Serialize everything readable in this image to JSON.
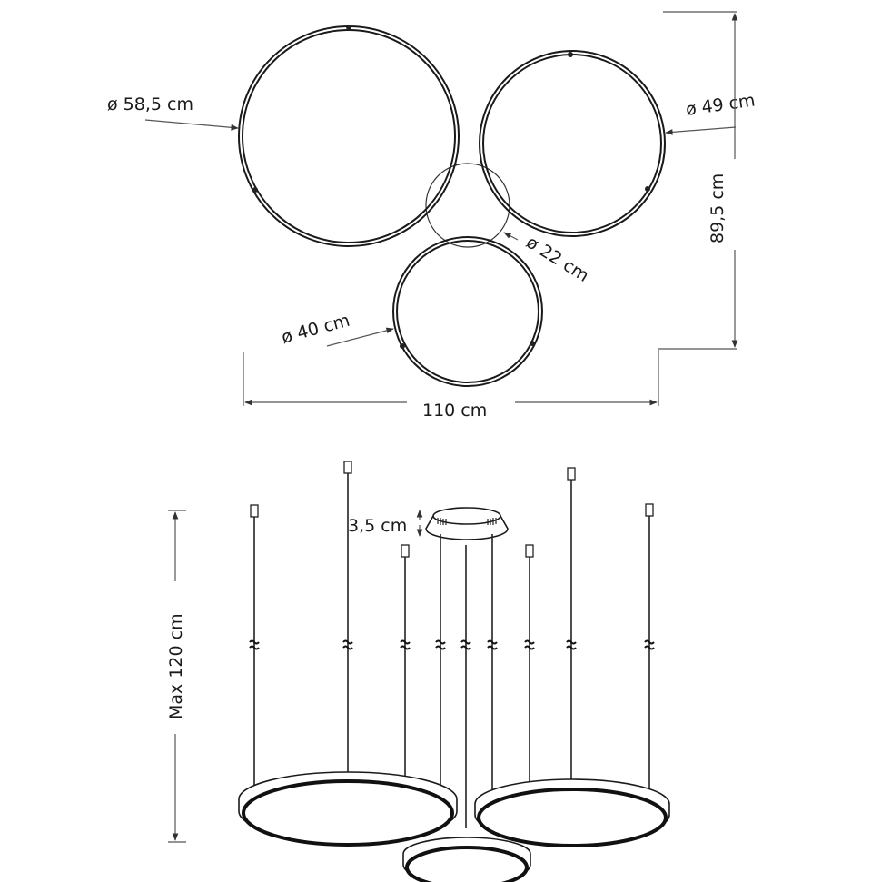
{
  "top_view": {
    "ring_large_label": "ø 58,5 cm",
    "ring_medium_label": "ø 49 cm",
    "canopy_label": "ø 22 cm",
    "ring_small_label": "ø 40 cm",
    "width_label": "110 cm",
    "depth_label": "89,5 cm"
  },
  "side_view": {
    "canopy_height_label": "3,5 cm",
    "max_height_label": "Max 120 cm"
  }
}
